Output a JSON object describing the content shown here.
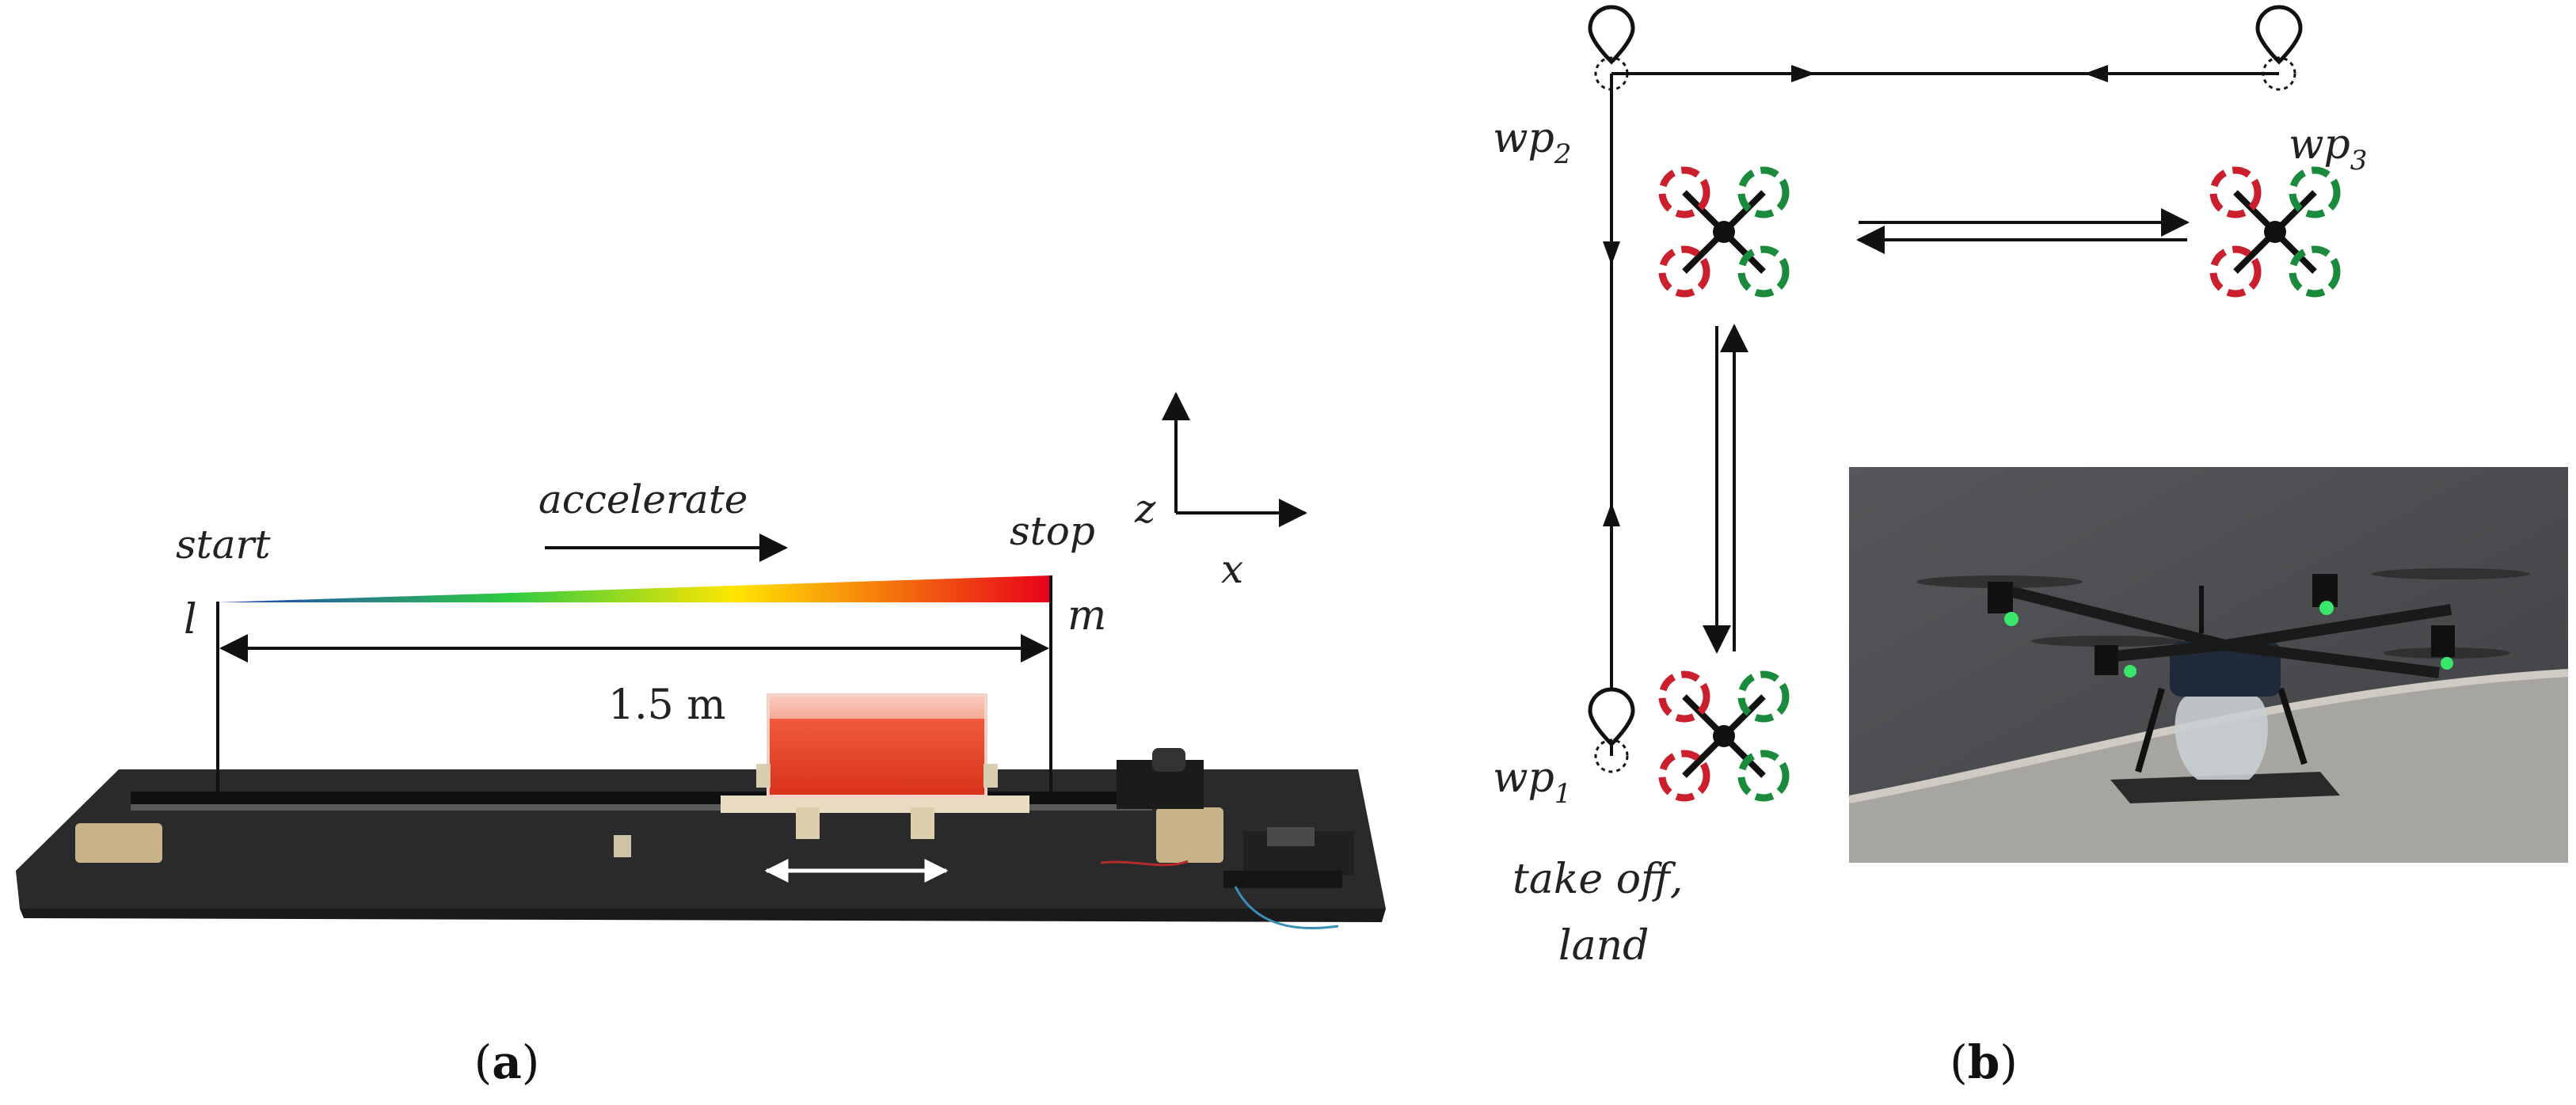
{
  "panel_a": {
    "caption_open": "(",
    "caption_letter": "a",
    "caption_close": ")",
    "label_start": "start",
    "label_accelerate": "accelerate",
    "label_stop": "stop",
    "label_l": "l",
    "label_m": "m",
    "label_distance": "1.5 m",
    "axis_z": "z",
    "axis_x": "x"
  },
  "panel_b": {
    "caption_open": "(",
    "caption_letter": "b",
    "caption_close": ")",
    "wp1_base": "wp",
    "wp1_sub": "1",
    "wp2_base": "wp",
    "wp2_sub": "2",
    "wp3_base": "wp",
    "wp3_sub": "3",
    "takeoff_line1": "take off,",
    "takeoff_line2": "land"
  },
  "colors": {
    "gradient_start": "#1f3cc8",
    "gradient_mid1": "#2ecc40",
    "gradient_mid2": "#ffe600",
    "gradient_end": "#e8001a",
    "rotor_red": "#cc1f2e",
    "rotor_green": "#1a8a3c"
  }
}
